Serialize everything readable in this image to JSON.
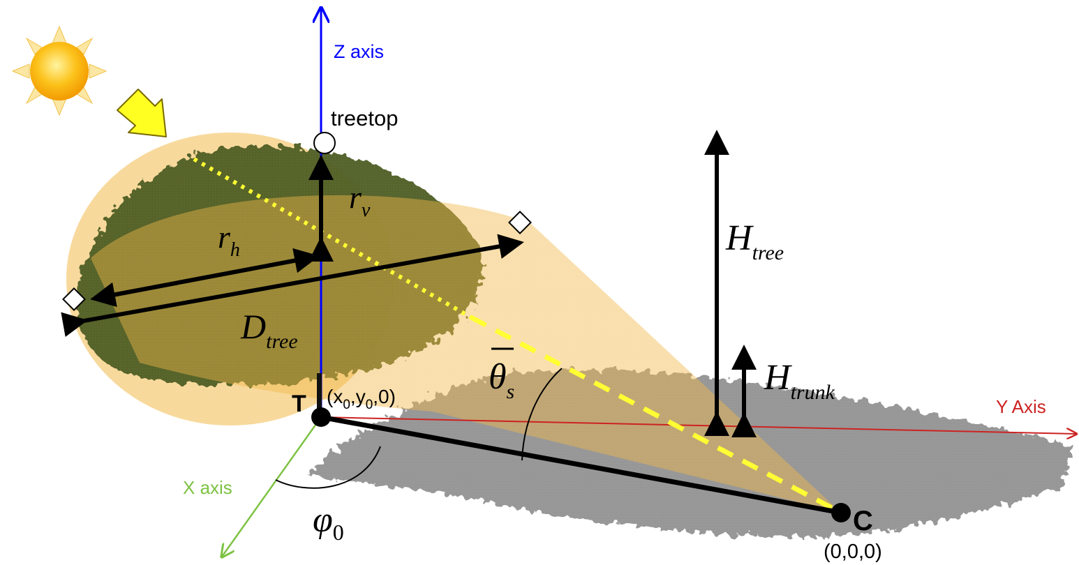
{
  "axes": {
    "z_label": "Z axis",
    "y_label": "Y Axis",
    "x_label": "X axis"
  },
  "points": {
    "treetop_label": "treetop",
    "tree_base_label": "T",
    "tree_base_coord": {
      "x": "x",
      "x_sub": "0",
      "sep1": ",",
      "y": "y",
      "y_sub": "0",
      "rest": ",0)"
    },
    "camera_label": "C",
    "camera_coord": "(0,0,0)"
  },
  "symbols": {
    "r_vertical": {
      "main": "r",
      "sub": "v"
    },
    "r_horizontal": {
      "main": "r",
      "sub": "h"
    },
    "crown_diameter": {
      "main": "D",
      "sub": "tree"
    },
    "tree_height": {
      "main": "H",
      "sub": "tree"
    },
    "trunk_height": {
      "main": "H",
      "sub": "trunk"
    },
    "sun_angle": {
      "main": "θ",
      "sub": "s"
    },
    "azimuth": {
      "main": "φ",
      "sub": "0"
    }
  },
  "colors": {
    "z_axis": "#0000ff",
    "y_axis": "#cc2222",
    "x_axis": "#7dc242",
    "crown": "#f2b94a",
    "foliage": "#4e5d22",
    "shadow": "#8e8e8e",
    "sun_ray": "#ffff33",
    "sun": "#f7a600",
    "arrow": "#000000"
  },
  "icons": {
    "sun": "sun-icon",
    "direction": "sun-direction-arrow-icon"
  }
}
